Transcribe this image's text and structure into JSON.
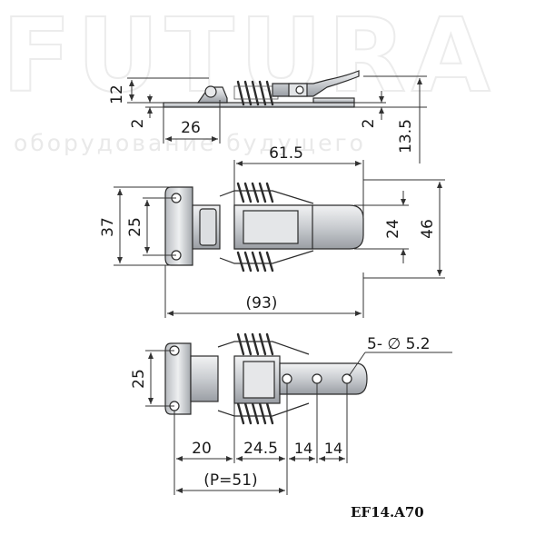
{
  "watermark": {
    "brand": "FUTURA",
    "tagline": "оборудование будущего"
  },
  "side_view": {
    "dims": {
      "height_12": "12",
      "offset_2_left": "2",
      "length_26": "26",
      "offset_2_right": "2",
      "total_13_5": "13.5"
    }
  },
  "top_view": {
    "dims": {
      "span_61_5": "61.5",
      "width_37": "37",
      "width_25": "25",
      "hasp_24": "24",
      "total_46": "46",
      "overall_93": "(93)"
    }
  },
  "bottom_view": {
    "dims": {
      "height_25": "25",
      "holes": "5- ∅ 5.2",
      "seg_20": "20",
      "seg_24_5": "24.5",
      "seg_14_a": "14",
      "seg_14_b": "14",
      "pitch": "(P=51)"
    }
  },
  "product_code": "EF14.A70",
  "colors": {
    "metal_light": "#d7d9dc",
    "metal_dark": "#8a8d92",
    "line": "#2b2b2b"
  }
}
